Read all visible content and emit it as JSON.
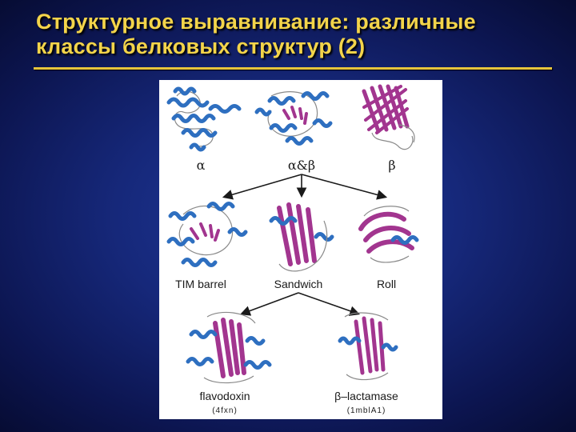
{
  "slide": {
    "title_line1": "Структурное выравнивание: различные",
    "title_line2": "классы белковых структур (2)"
  },
  "classes": [
    {
      "label": "α"
    },
    {
      "label": "α&β"
    },
    {
      "label": "β"
    }
  ],
  "folds": [
    {
      "label": "TIM barrel"
    },
    {
      "label": "Sandwich"
    },
    {
      "label": "Roll"
    }
  ],
  "examples": [
    {
      "label": "flavodoxin",
      "code": "(4fxn)"
    },
    {
      "label": "β–lactamase",
      "code": "(1mblA1)"
    }
  ],
  "colors": {
    "background": "#16287a",
    "title": "#f3d44a",
    "helix": "#2e6fc0",
    "strand": "#a2358f",
    "loop": "#8a8a8a",
    "figure_bg": "#ffffff"
  }
}
